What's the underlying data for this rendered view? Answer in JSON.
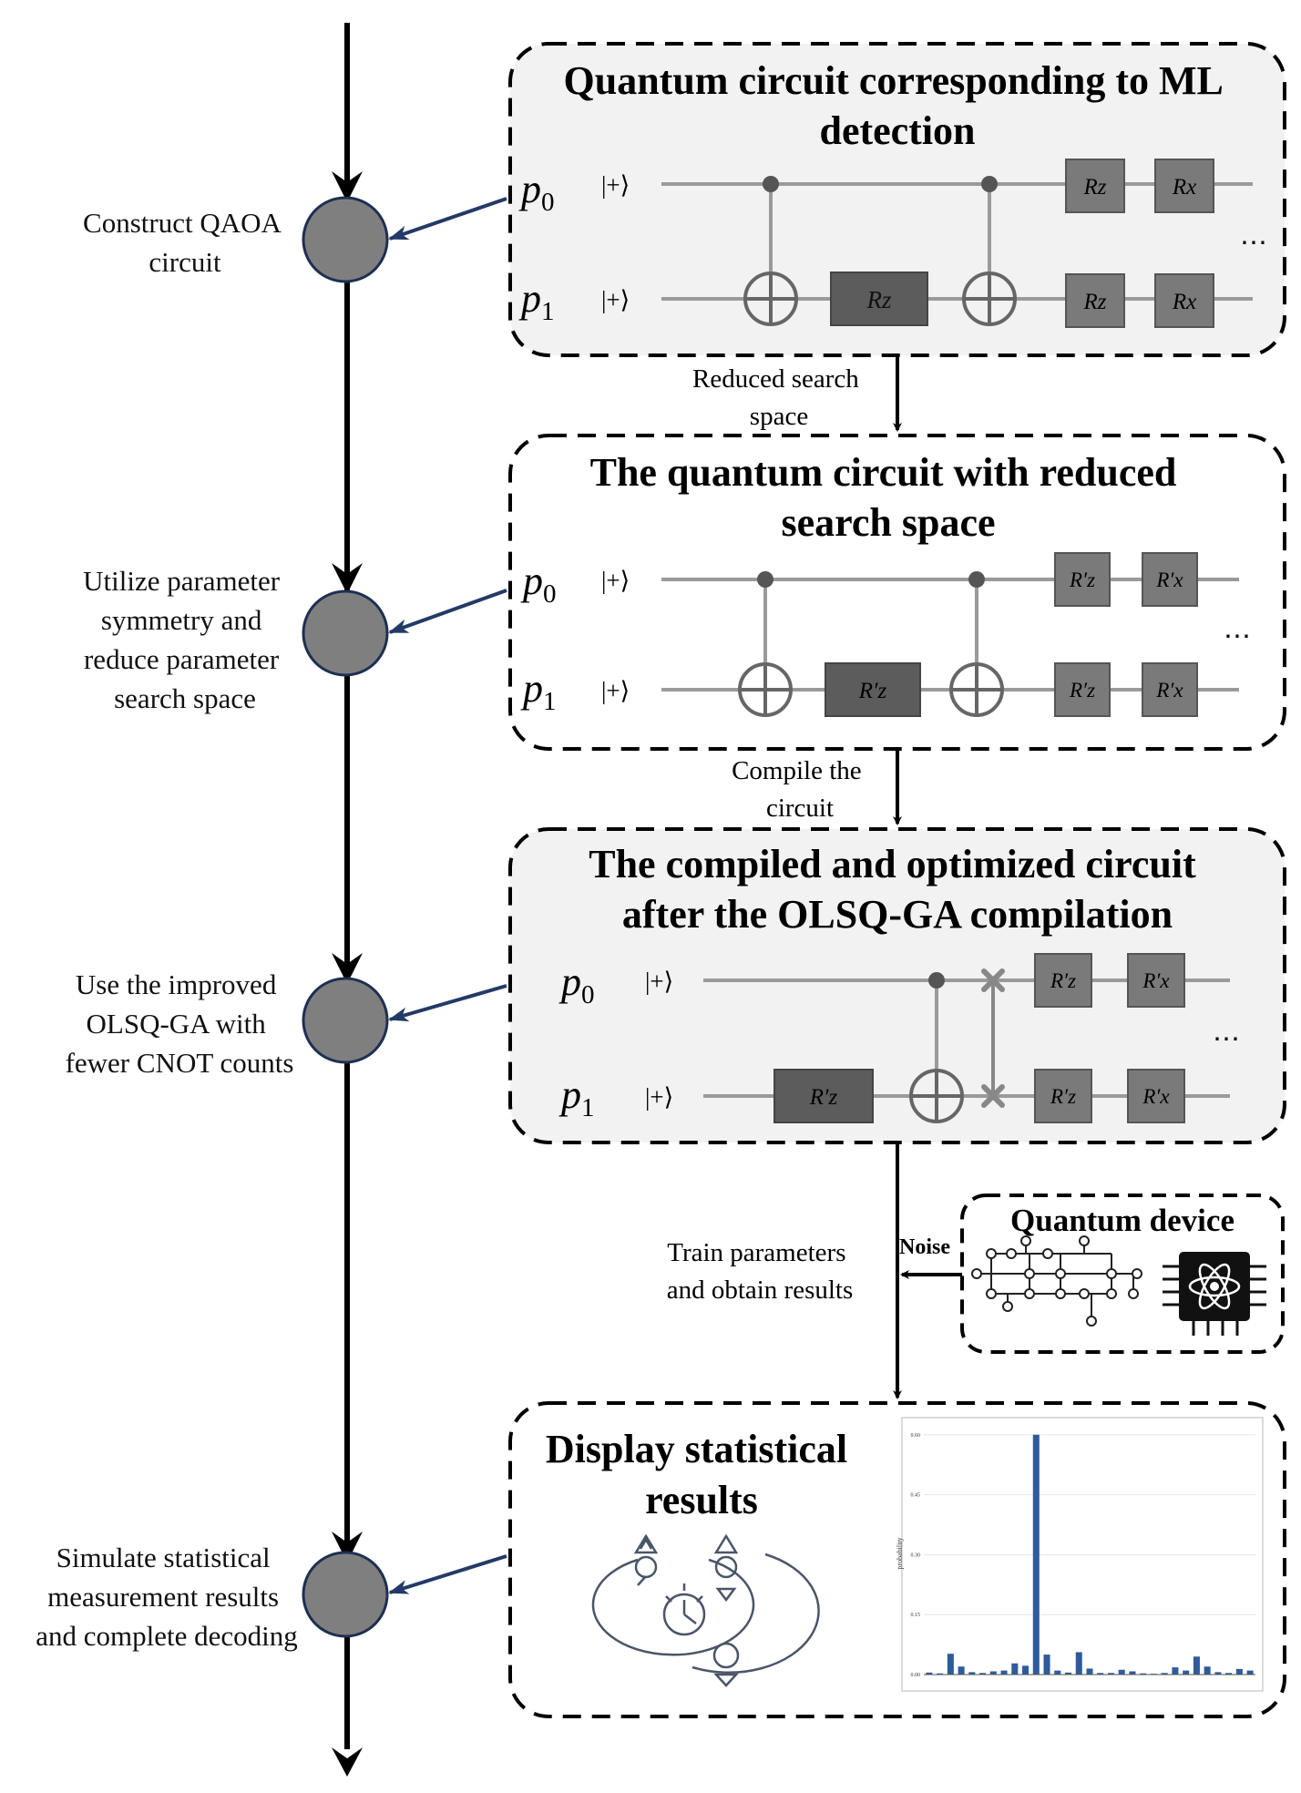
{
  "steps": [
    {
      "label_lines": [
        "Construct QAOA",
        "circuit"
      ]
    },
    {
      "label_lines": [
        "Utilize parameter",
        "symmetry and",
        "reduce parameter",
        "search space"
      ]
    },
    {
      "label_lines": [
        "Use the improved",
        "OLSQ-GA with",
        "fewer CNOT counts"
      ]
    },
    {
      "label_lines": [
        "Simulate statistical",
        "measurement results",
        "and complete decoding"
      ]
    }
  ],
  "boxes": [
    {
      "title_lines": [
        "Quantum circuit corresponding to ML",
        "detection"
      ],
      "qubit0": {
        "label": "p",
        "sub": "0",
        "ket": "|+⟩"
      },
      "qubit1": {
        "label": "p",
        "sub": "1",
        "ket": "|+⟩"
      },
      "gates": {
        "mid": "Rz",
        "top1": "Rz",
        "top2": "Rx",
        "bot1": "Rz",
        "bot2": "Rx"
      },
      "ellipsis": "⋯"
    },
    {
      "title_lines": [
        "The quantum circuit with reduced",
        "search space"
      ],
      "qubit0": {
        "label": "p",
        "sub": "0",
        "ket": "|+⟩"
      },
      "qubit1": {
        "label": "p",
        "sub": "1",
        "ket": "|+⟩"
      },
      "gates": {
        "mid": "R′z",
        "top1": "R′z",
        "top2": "R′x",
        "bot1": "R′z",
        "bot2": "R′x"
      },
      "ellipsis": "⋯"
    },
    {
      "title_lines": [
        "The compiled and optimized circuit",
        "after the OLSQ-GA compilation"
      ],
      "qubit0": {
        "label": "p",
        "sub": "0",
        "ket": "|+⟩"
      },
      "qubit1": {
        "label": "p",
        "sub": "1",
        "ket": "|+⟩"
      },
      "gates": {
        "mid": "R′z",
        "top1": "R′z",
        "top2": "R′x",
        "bot1": "R′z",
        "bot2": "R′x"
      },
      "ellipsis": "⋯"
    }
  ],
  "connectors": [
    {
      "label_lines": [
        "Reduced search",
        "space"
      ]
    },
    {
      "label_lines": [
        "Compile the",
        "circuit"
      ]
    },
    {
      "label_lines": [
        "Train parameters",
        "and obtain results"
      ]
    }
  ],
  "noise_label": "Noise",
  "device": {
    "title": "Quantum device",
    "icon": "atom-chip-icon",
    "graph_icon": "qubit-connectivity-icon"
  },
  "results_box": {
    "title_lines": [
      "Display statistical",
      "results"
    ],
    "icon": "measurement-cycle-icon"
  },
  "chart_data": {
    "type": "bar",
    "ylabel": "probability",
    "ylim": [
      0,
      0.62
    ],
    "yticks": [
      "0.00",
      "0.15",
      "0.30",
      "0.45",
      "0.60"
    ],
    "values": [
      0.005,
      0.003,
      0.052,
      0.02,
      0.006,
      0.004,
      0.008,
      0.01,
      0.028,
      0.022,
      0.6,
      0.05,
      0.01,
      0.005,
      0.056,
      0.015,
      0.004,
      0.004,
      0.012,
      0.008,
      0.003,
      0.002,
      0.004,
      0.018,
      0.01,
      0.045,
      0.02,
      0.006,
      0.004,
      0.014,
      0.01
    ],
    "bar_color": "#2e5c9a"
  }
}
